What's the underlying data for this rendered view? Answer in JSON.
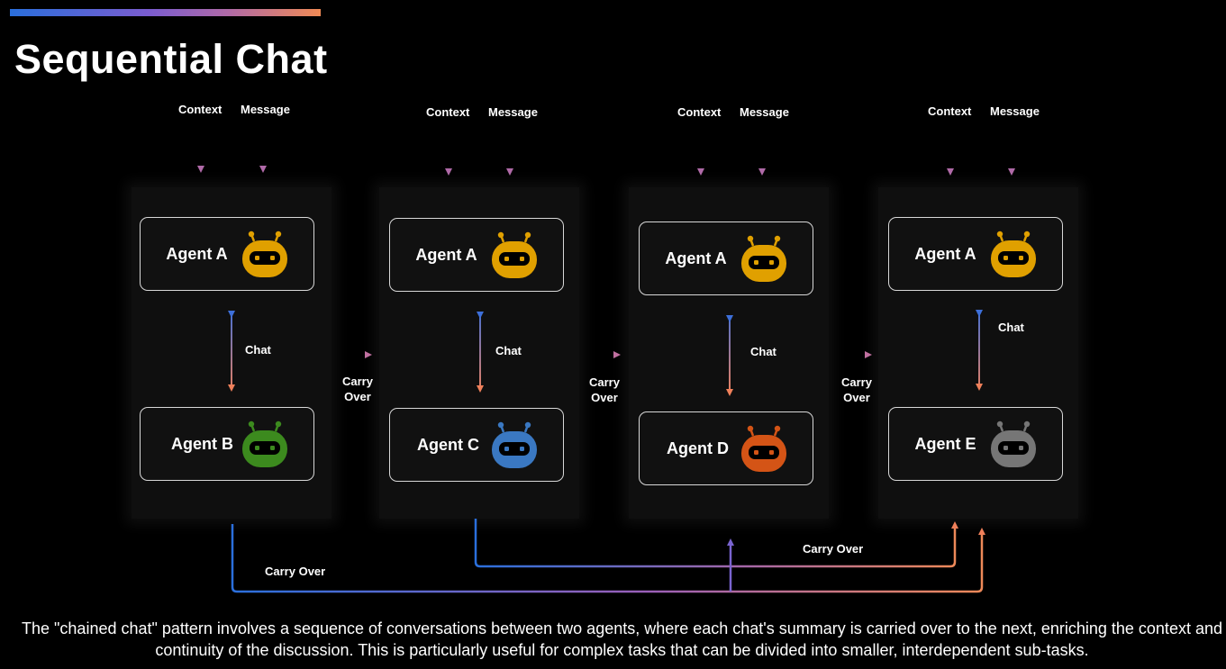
{
  "title": "Sequential Chat",
  "labels": {
    "context": "Context",
    "message": "Message",
    "chat": "Chat",
    "carry_over_line1": "Carry",
    "carry_over_line2": "Over",
    "carry_over": "Carry Over"
  },
  "chats": [
    {
      "top_agent": "Agent A",
      "bottom_agent": "Agent B",
      "top_color": "#e0a000",
      "bottom_color": "#3c8a1e"
    },
    {
      "top_agent": "Agent A",
      "bottom_agent": "Agent C",
      "top_color": "#e0a000",
      "bottom_color": "#3a78c2"
    },
    {
      "top_agent": "Agent A",
      "bottom_agent": "Agent D",
      "top_color": "#e0a000",
      "bottom_color": "#d45416"
    },
    {
      "top_agent": "Agent A",
      "bottom_agent": "Agent E",
      "top_color": "#e0a000",
      "bottom_color": "#767676"
    }
  ],
  "description": "The \"chained chat\" pattern involves a sequence of conversations between two agents, where each chat's summary is carried over to the next, enriching the context and continuity of the discussion. This is particularly useful for complex tasks that can be divided into smaller, interdependent sub-tasks.",
  "colors": {
    "gradient_start": "#2a6fdc",
    "gradient_mid": "#8a5fc8",
    "gradient_end": "#f08a55"
  }
}
